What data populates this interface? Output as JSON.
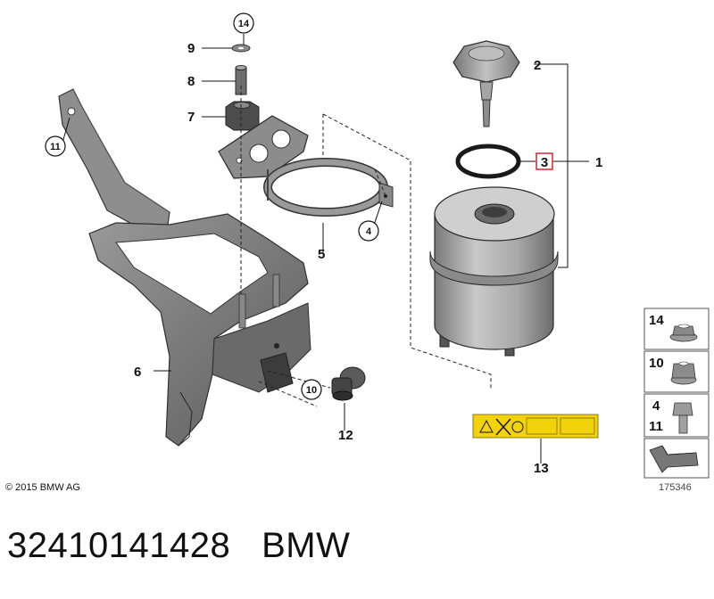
{
  "callouts": {
    "c1": "1",
    "c2": "2",
    "c3": "3",
    "c4": "4",
    "c5": "5",
    "c6": "6",
    "c7": "7",
    "c8": "8",
    "c9": "9",
    "c10": "10",
    "c11": "11",
    "c12": "12",
    "c13": "13",
    "c14": "14"
  },
  "legend": {
    "box1": "14",
    "box2": "10",
    "box3_top": "4",
    "box3_bottom": "11"
  },
  "footer": {
    "copyright": "© 2015 BMW AG",
    "image_number": "175346"
  },
  "caption": {
    "part_number": "32410141428",
    "brand": "BMW"
  },
  "colors": {
    "highlight": "#d9232a",
    "label_yellow": "#f2d20a",
    "part_dark": "#4a4a4a",
    "part_mid": "#8a8a8a",
    "part_light": "#b5b5b5"
  }
}
